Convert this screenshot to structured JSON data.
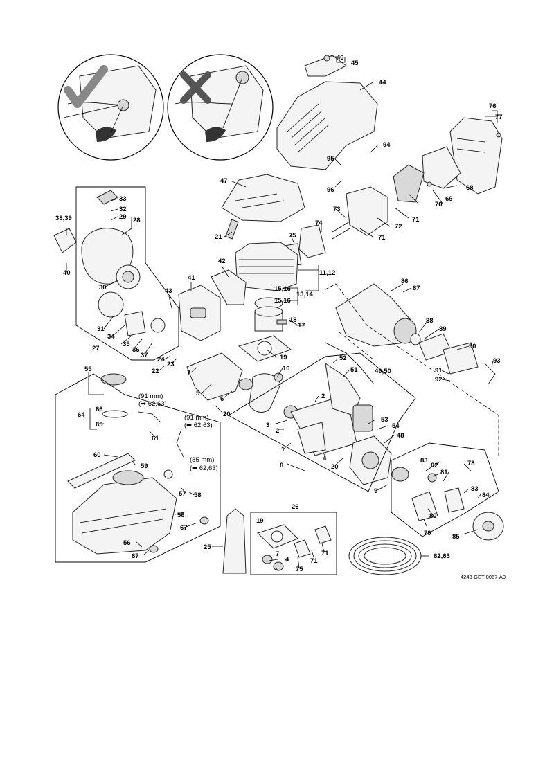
{
  "drawing_id": "4243-GET-0067-A0",
  "callouts": {
    "c46": "46",
    "c45": "45",
    "c44": "44",
    "c76": "76",
    "c77": "77",
    "c94": "94",
    "c95": "95",
    "c96": "96",
    "c47": "47",
    "c68": "68",
    "c69": "69",
    "c70": "70",
    "c71a": "71",
    "c72": "72",
    "c71b": "71",
    "c73": "73",
    "c74": "74",
    "c75": "75",
    "c33": "33",
    "c32": "32",
    "c29": "29",
    "c28": "28",
    "c3839": "38,39",
    "c40": "40",
    "c30": "30",
    "c21": "21",
    "c42": "42",
    "c41": "41",
    "c43": "43",
    "c1112": "11,12",
    "c1516a": "15,16",
    "c1516b": "15,16",
    "c1314": "13,14",
    "c18": "18",
    "c17": "17",
    "c86": "86",
    "c87": "87",
    "c88": "88",
    "c89": "89",
    "c90": "90",
    "c93": "93",
    "c91": "91",
    "c92": "92",
    "c31": "31",
    "c34": "34",
    "c35": "35",
    "c36": "36",
    "c37": "37",
    "c27": "27",
    "c24": "24",
    "c23": "23",
    "c22": "22",
    "c7a": "7",
    "c19a": "19",
    "c52": "52",
    "c51": "51",
    "c4950": "49,50",
    "c10": "10",
    "c55": "55",
    "c5": "5",
    "c6": "6",
    "c20a": "20",
    "c2": "2",
    "c3": "3",
    "c2b": "2",
    "c53": "53",
    "c54": "54",
    "c48": "48",
    "c66": "66",
    "c64": "64",
    "c65": "65",
    "c1": "1",
    "c4": "4",
    "c8": "8",
    "c20b": "20",
    "c61": "61",
    "c9": "9",
    "c60": "60",
    "c59": "59",
    "c83a": "83",
    "c82": "82",
    "c81": "81",
    "c78": "78",
    "c83b": "83",
    "c84": "84",
    "c80": "80",
    "c79": "79",
    "c85": "85",
    "c57": "57",
    "c58": "58",
    "c56a": "56",
    "c67a": "67",
    "c26": "26",
    "c19b": "19",
    "c25": "25",
    "c7b": "7",
    "c4b": "4",
    "c75b": "75",
    "c71c": "71",
    "c71d": "71",
    "c56b": "56",
    "c67b": "67",
    "c6263": "62,63"
  },
  "hose_notes": {
    "n1_len": "(91 mm)",
    "n1_ref": "(➡ 62,63)",
    "n2_len": "(91 mm)",
    "n2_ref": "(➡ 62,63)",
    "n3_len": "(85 mm)",
    "n3_ref": "(➡ 62,63)"
  },
  "inset_marks": {
    "correct": "check-mark",
    "incorrect": "cross-mark"
  },
  "colors": {
    "line": "#000000",
    "part_fill": "#f4f4f4",
    "shade": "#d9d9d9"
  }
}
